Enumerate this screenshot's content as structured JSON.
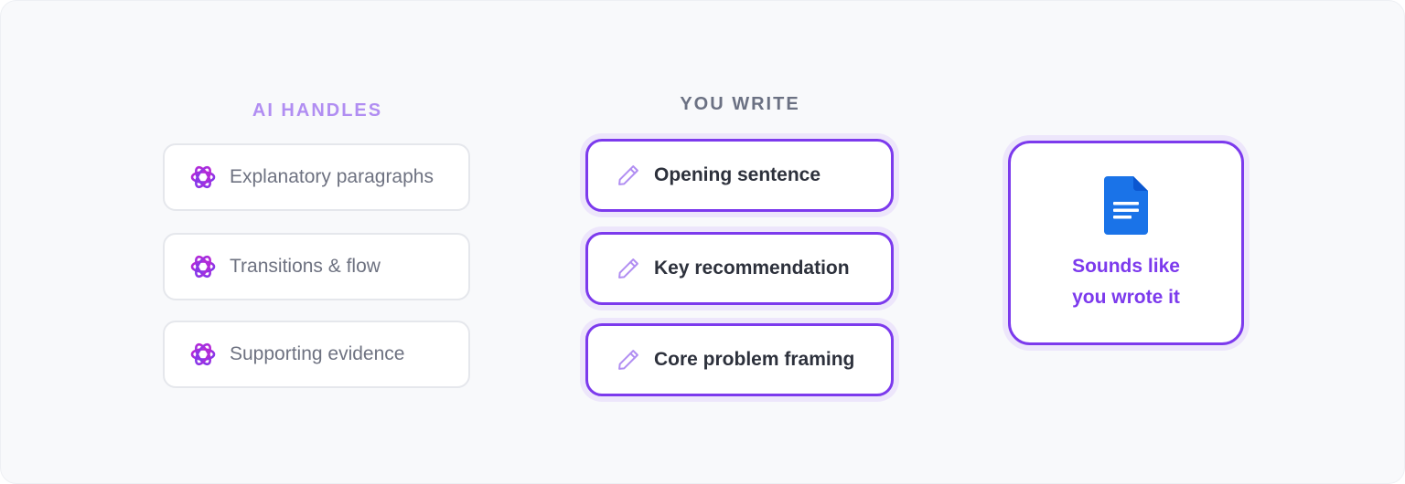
{
  "ai_column": {
    "heading": "AI HANDLES",
    "items": [
      {
        "label": "Explanatory paragraphs",
        "icon": "ai-sparkle-icon"
      },
      {
        "label": "Transitions & flow",
        "icon": "ai-sparkle-icon"
      },
      {
        "label": "Supporting evidence",
        "icon": "ai-sparkle-icon"
      }
    ]
  },
  "you_column": {
    "heading": "YOU WRITE",
    "items": [
      {
        "label": "Opening sentence",
        "icon": "pencil-icon"
      },
      {
        "label": "Key recommendation",
        "icon": "pencil-icon"
      },
      {
        "label": "Core problem framing",
        "icon": "pencil-icon"
      }
    ]
  },
  "result": {
    "icon": "google-docs-icon",
    "line1": "Sounds like",
    "line2": "you wrote it"
  },
  "colors": {
    "accent_purple": "#7c3aed",
    "ai_heading": "#b18ef2",
    "you_heading": "#6b7183",
    "doc_blue": "#1a73e8"
  }
}
